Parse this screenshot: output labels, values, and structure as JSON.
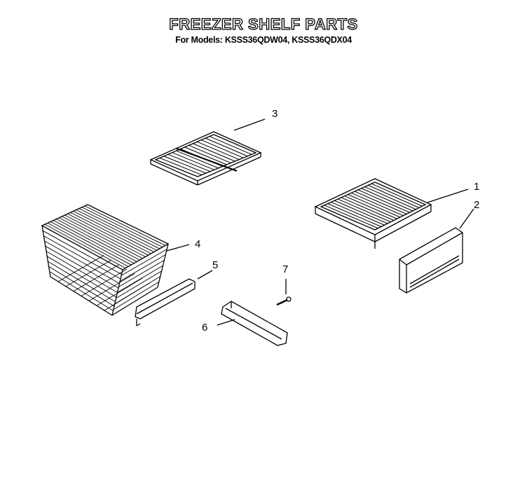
{
  "title": "FREEZER SHELF PARTS",
  "subtitle": "For Models: KSSS36QDW04, KSSS36QDX04",
  "callouts": {
    "p1": "1",
    "p2": "2",
    "p3": "3",
    "p4": "4",
    "p5": "5",
    "p6": "6",
    "p7": "7"
  }
}
